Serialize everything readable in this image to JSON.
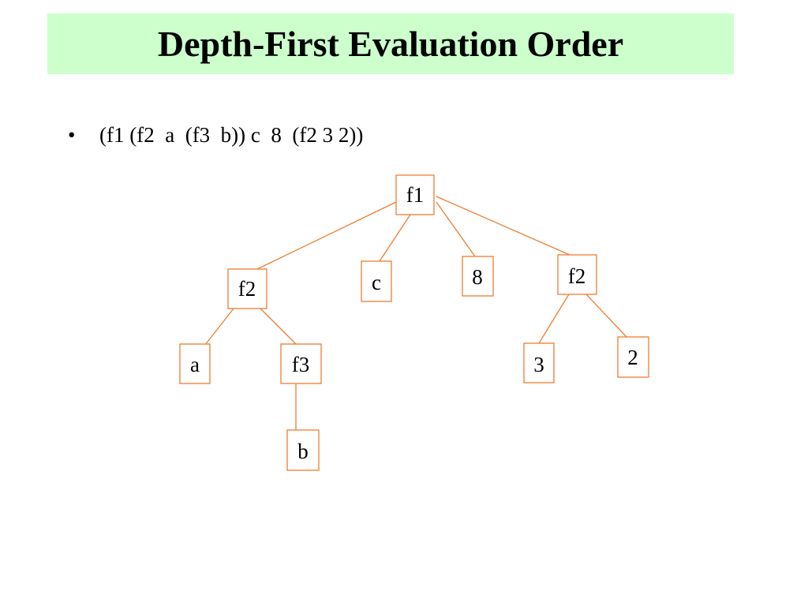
{
  "slide": {
    "title": "Depth-First Evaluation Order",
    "bullet": "•",
    "expression": "(f1 (f2  a  (f3  b)) c  8  (f2 3 2))"
  },
  "colors": {
    "title_background": "#ccffcc",
    "edge": "#ed7d31",
    "node_border": "#ed7d31",
    "text": "#000000"
  },
  "tree": {
    "nodes": {
      "root": "f1",
      "f2_left": "f2",
      "c": "c",
      "eight": "8",
      "f2_right": "f2",
      "a": "a",
      "f3": "f3",
      "b": "b",
      "three": "3",
      "two": "2"
    }
  }
}
